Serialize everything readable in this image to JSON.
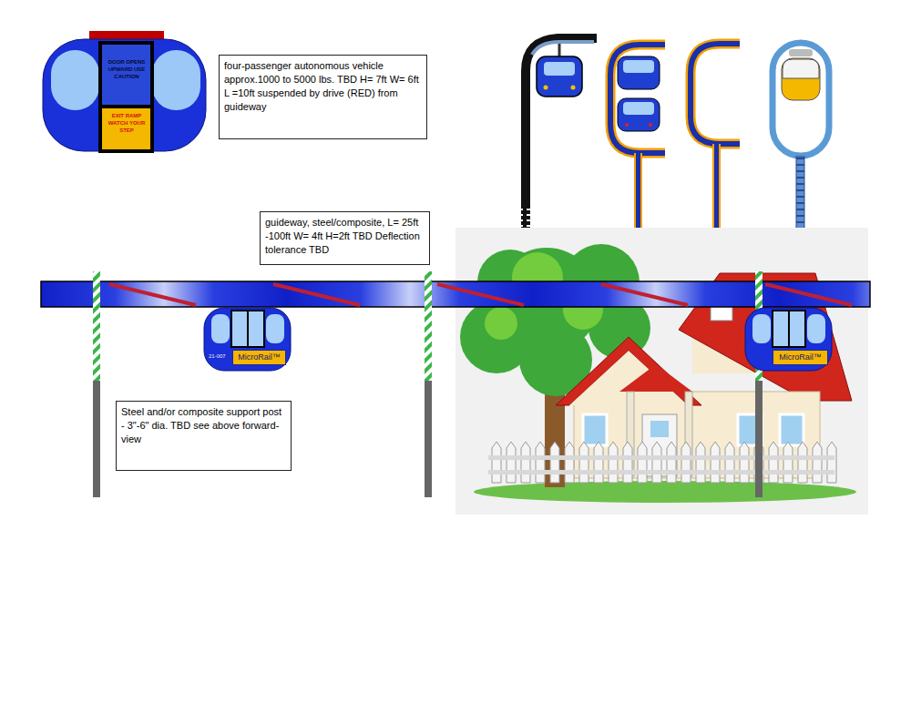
{
  "diagram": {
    "nodes": [
      {
        "text": [
          "DOOR OPENS UPWARD USE CAUTION"
        ]
      },
      {
        "text": [
          "EXIT RAMP WATCH YOUR STEP"
        ]
      },
      {
        "text": [
          "four-passenger autonomous vehicle approx.1000 to 5000 lbs. TBD H= 7ft W= 6ft L =10ft suspended by drive (RED) from guideway"
        ]
      },
      {
        "text": [
          "guideway, steel/composite, L= 25ft -100ft W= 4ft H=2ft TBD Deflection tolerance TBD"
        ]
      },
      {
        "text": [
          "MicroRail™"
        ]
      },
      {
        "text": [
          "MicroRail™"
        ]
      },
      {
        "text": [
          "Steel and/or composite support post - 3\"-6\" dia. TBD see above forward-view"
        ]
      }
    ],
    "labels": [
      "21-007"
    ]
  }
}
